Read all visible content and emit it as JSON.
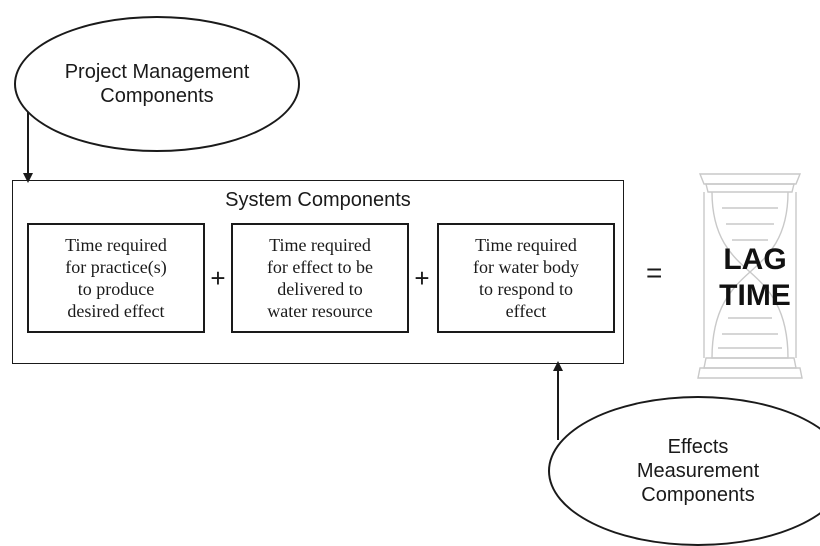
{
  "project_management": {
    "label": "Project Management\nComponents"
  },
  "system": {
    "title": "System Components",
    "components": [
      {
        "label": "Time required\nfor practice(s)\nto produce\ndesired effect"
      },
      {
        "label": "Time required\nfor effect to be\ndelivered to\nwater resource"
      },
      {
        "label": "Time required\nfor water body\nto respond to\neffect"
      }
    ],
    "operator": "+"
  },
  "equals": "=",
  "result": {
    "label": "LAG\nTIME"
  },
  "effects_measurement": {
    "label": "Effects\nMeasurement\nComponents"
  }
}
